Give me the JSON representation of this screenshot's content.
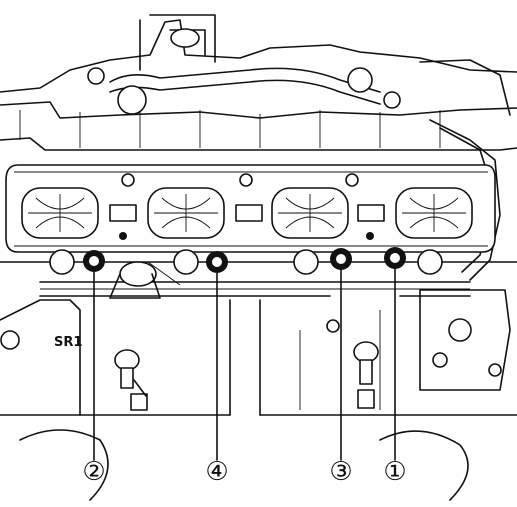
{
  "diagram": {
    "markers": [
      {
        "id": "2",
        "label": "②"
      },
      {
        "id": "4",
        "label": "④"
      },
      {
        "id": "3",
        "label": "③"
      },
      {
        "id": "1",
        "label": "①"
      }
    ],
    "part_label": "SR1",
    "colors": {
      "line": "#111111",
      "background": "#ffffff",
      "bolt_highlight": "#111111"
    }
  }
}
